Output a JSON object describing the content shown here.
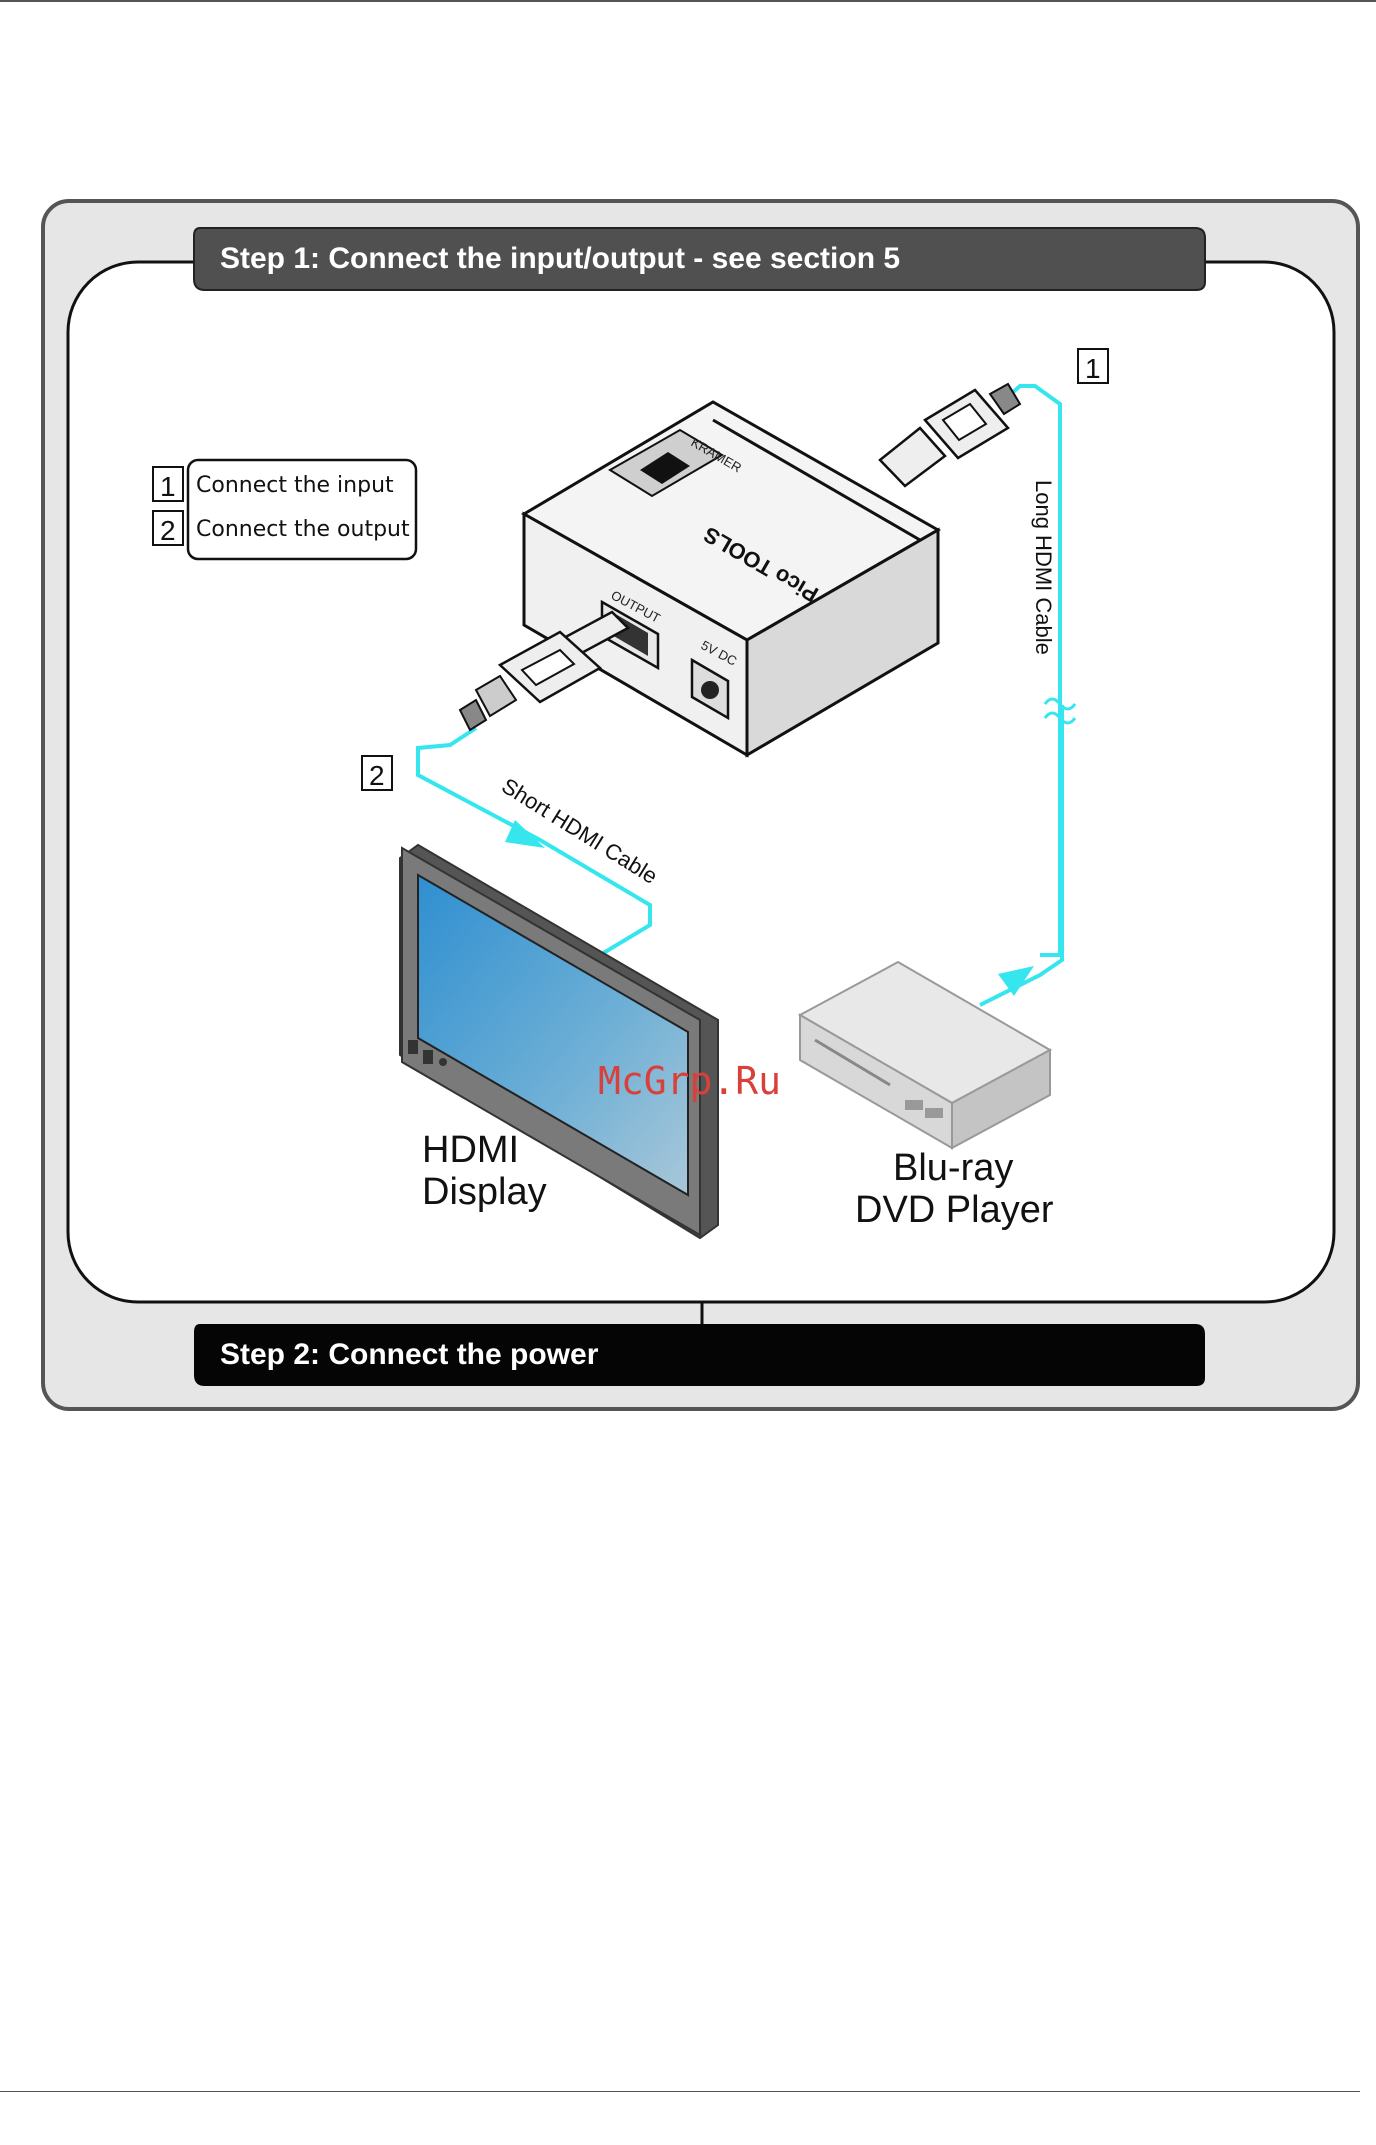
{
  "steps": {
    "step1": "Step 1: Connect the input/output - see section 5",
    "step2": "Step 2: Connect the power"
  },
  "legend": [
    {
      "num": "1",
      "text": "Connect the input"
    },
    {
      "num": "2",
      "text": "Connect the output"
    }
  ],
  "callouts": {
    "input_num": "1",
    "output_num": "2"
  },
  "device": {
    "brand": "KRAMER",
    "product": "Pico TOOLS",
    "output_port": "OUTPUT",
    "power_port": "5V DC"
  },
  "cables": {
    "long": "Long HDMI Cable",
    "short": "Short HDMI Cable"
  },
  "labels": {
    "display_line1": "HDMI",
    "display_line2": "Display",
    "player_line1": "Blu-ray",
    "player_line2": "DVD Player"
  },
  "watermark": "McGrp.Ru",
  "colors": {
    "cable": "#35e6ee",
    "step1_bar": "#505050",
    "step2_bar": "#050505",
    "frame": "#e6e6e6"
  }
}
